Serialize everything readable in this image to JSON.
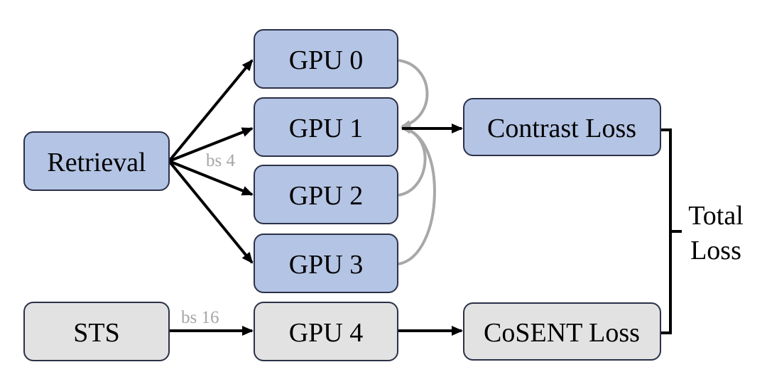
{
  "nodes": {
    "retrieval": "Retrieval",
    "sts": "STS",
    "gpu0": "GPU 0",
    "gpu1": "GPU 1",
    "gpu2": "GPU 2",
    "gpu3": "GPU 3",
    "gpu4": "GPU 4",
    "contrast_loss": "Contrast Loss",
    "cosent_loss": "CoSENT Loss"
  },
  "edge_labels": {
    "retrieval_batch": "bs 4",
    "sts_batch": "bs 16"
  },
  "total_loss": [
    "Total",
    "Loss"
  ],
  "colors": {
    "retrieval_group_fill": "#b4c4e4",
    "sts_group_fill": "#e2e2e2",
    "box_border": "#2b3148",
    "gather_arrow": "#a8a8a8",
    "batch_label": "#a6a6a6"
  }
}
